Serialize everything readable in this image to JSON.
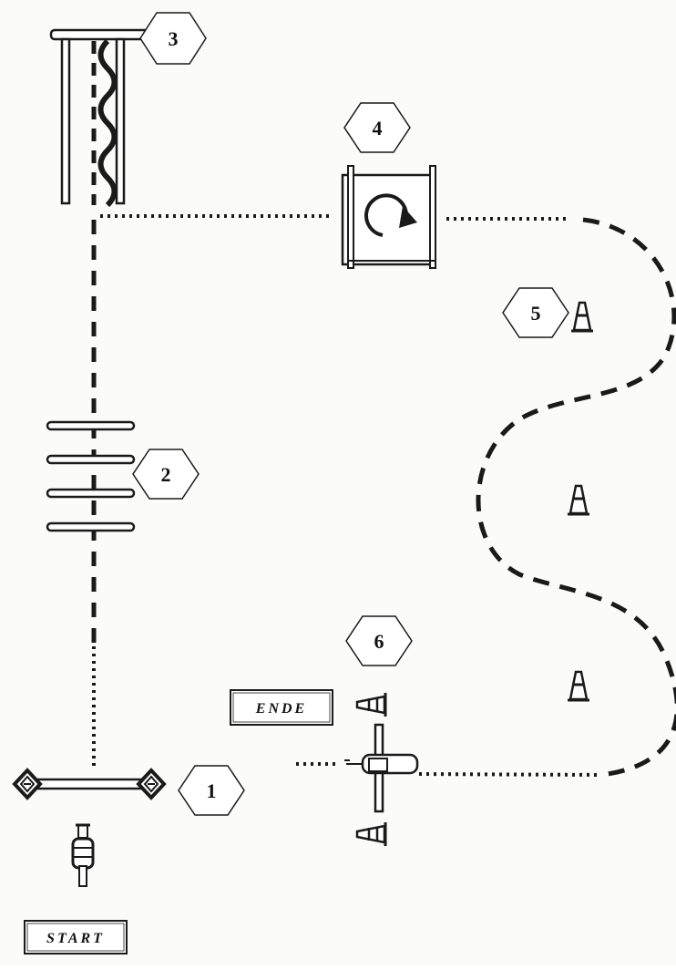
{
  "stations": [
    {
      "number": "1"
    },
    {
      "number": "2"
    },
    {
      "number": "3"
    },
    {
      "number": "4"
    },
    {
      "number": "5"
    },
    {
      "number": "6"
    }
  ],
  "labels": {
    "start": "START",
    "end": "ENDE"
  },
  "colors": {
    "ink": "#1a1a1a",
    "background": "#fbfbfa"
  },
  "icons": [
    "bicycle-icon",
    "traffic-cone-icon",
    "rotation-arrow-icon",
    "wavy-rope-icon",
    "seesaw-board-icon",
    "narrow-plank-icon"
  ]
}
